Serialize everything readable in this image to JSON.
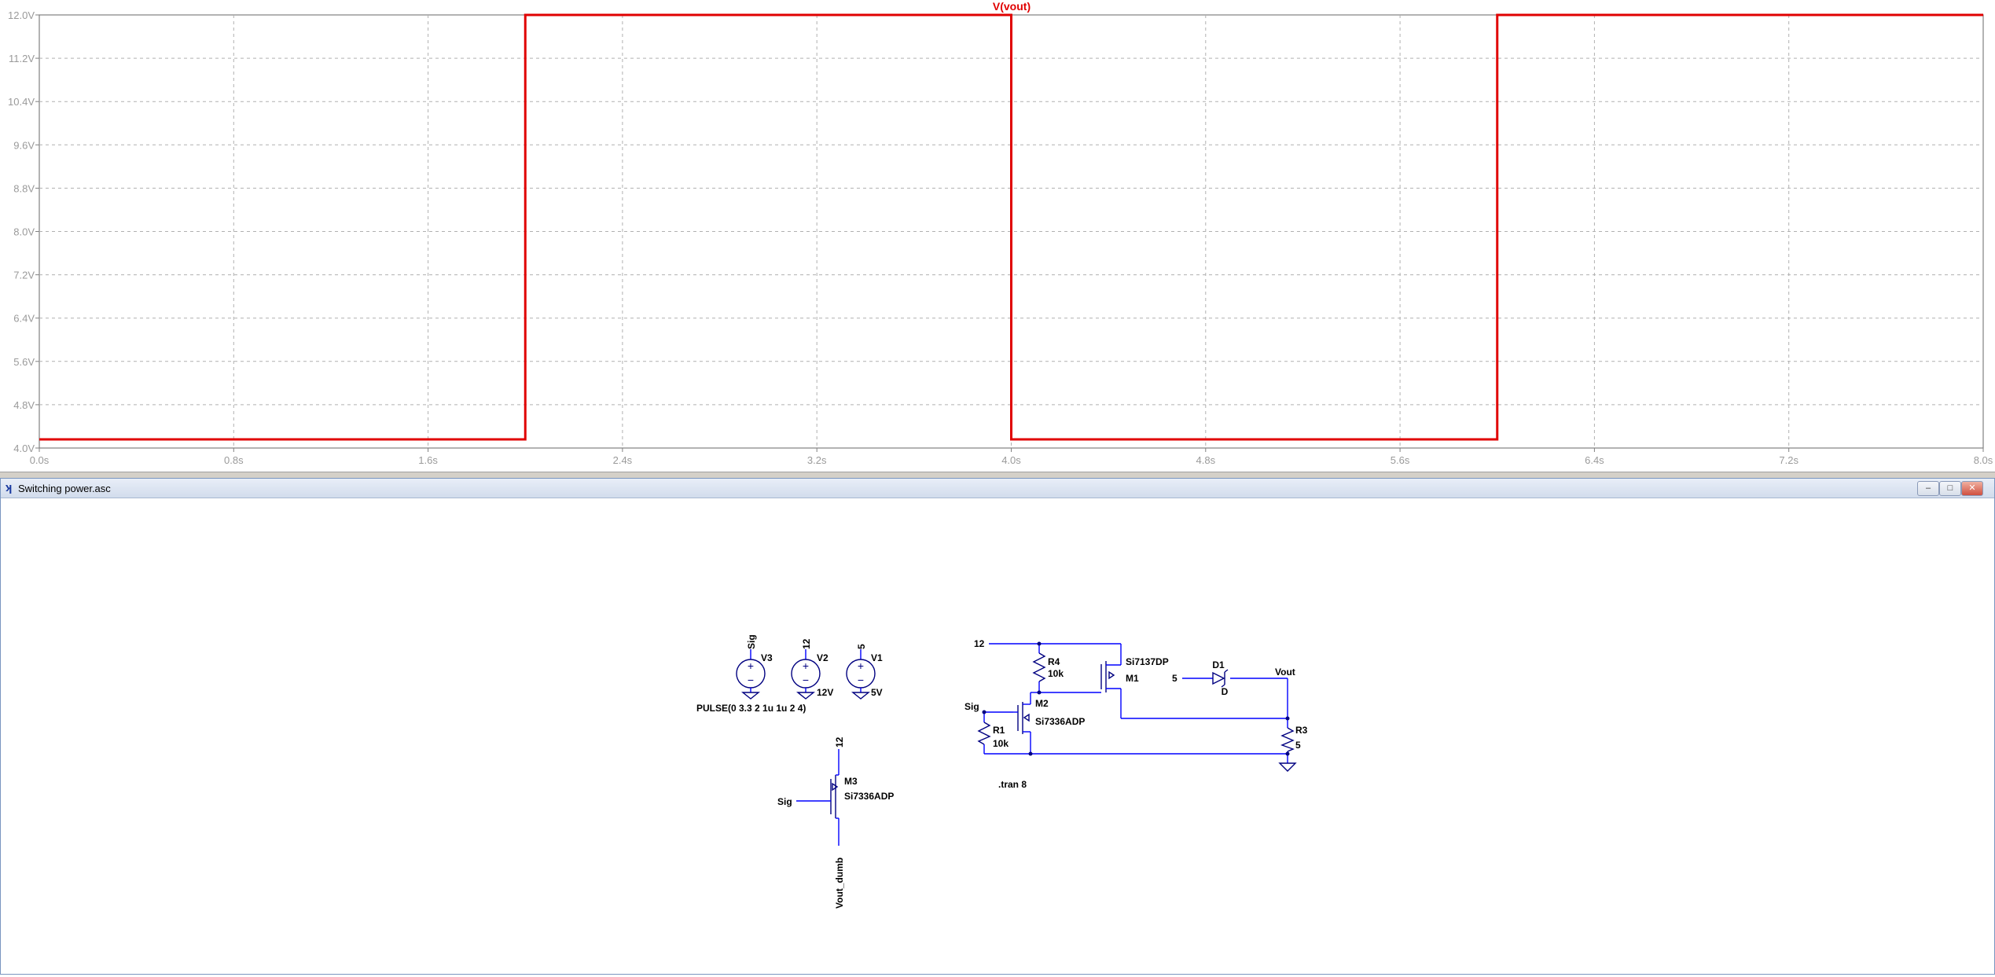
{
  "waveform": {
    "trace_label": "V(vout)",
    "y_ticks": [
      "4.0V",
      "4.8V",
      "5.6V",
      "6.4V",
      "7.2V",
      "8.0V",
      "8.8V",
      "9.6V",
      "10.4V",
      "11.2V",
      "12.0V"
    ],
    "x_ticks": [
      "0.0s",
      "0.8s",
      "1.6s",
      "2.4s",
      "3.2s",
      "4.0s",
      "4.8s",
      "5.6s",
      "6.4s",
      "7.2s",
      "8.0s"
    ],
    "colors": {
      "trace": "#e00000",
      "grid": "#b0b0b0",
      "axis": "#808080"
    }
  },
  "chart_data": {
    "type": "line",
    "title": "",
    "xlabel": "",
    "ylabel": "",
    "xlim": [
      0,
      8
    ],
    "ylim": [
      4,
      12
    ],
    "grid": true,
    "series": [
      {
        "name": "V(vout)",
        "x": [
          0,
          2,
          2,
          4,
          4,
          6,
          6,
          8
        ],
        "y": [
          4.16,
          4.16,
          12,
          12,
          4.16,
          4.16,
          12,
          12
        ]
      }
    ]
  },
  "schematic_window": {
    "title": "Switching power.asc",
    "app_icon": "ltspice-icon",
    "buttons": {
      "minimize": "‒",
      "maximize": "□",
      "close": "✕"
    }
  },
  "schematic": {
    "v3": {
      "net": "Sig",
      "name": "V3",
      "value": "PULSE(0 3.3 2 1u 1u 2 4)"
    },
    "v2": {
      "net": "12",
      "name": "V2",
      "value": "12V"
    },
    "v1": {
      "net": "5",
      "name": "V1",
      "value": "5V"
    },
    "m3": {
      "name": "M3",
      "model": "Si7336ADP",
      "gate_net": "Sig",
      "drain_net": "12",
      "source_net": "Vout_dumb"
    },
    "r4": {
      "name": "R4",
      "value": "10k"
    },
    "r1": {
      "name": "R1",
      "value": "10k"
    },
    "m2": {
      "name": "M2",
      "model": "Si7336ADP"
    },
    "m1": {
      "name": "M1",
      "model": "Si7137DP"
    },
    "d1": {
      "name": "D1",
      "model": "D"
    },
    "r3": {
      "name": "R3",
      "value": "5"
    },
    "net_12": "12",
    "net_sig": "Sig",
    "net_5": "5",
    "net_vout": "Vout",
    "directive": ".tran 8"
  }
}
